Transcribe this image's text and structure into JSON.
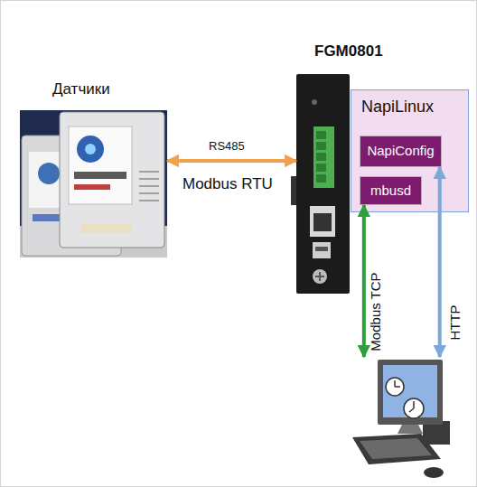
{
  "diagram": {
    "nodes": [
      {
        "text": [
          "Датчики"
        ]
      },
      {
        "text": [
          "FGM0801"
        ]
      },
      {
        "text": [
          "NapiLinux"
        ]
      },
      {
        "text": [
          "NapiConfig"
        ],
        "in": 2
      },
      {
        "text": [
          "mbusd"
        ],
        "in": 2
      },
      {
        "text": []
      }
    ],
    "edges": [
      {
        "from": 0,
        "to": 1,
        "arrow": "both",
        "label": "RS485"
      },
      {
        "from": 4,
        "to": 5,
        "arrow": "both",
        "label": "Modbus TCP"
      },
      {
        "from": 3,
        "to": 5,
        "arrow": "both",
        "label": "HTTP"
      }
    ],
    "labels": [
      "Modbus RTU"
    ]
  }
}
